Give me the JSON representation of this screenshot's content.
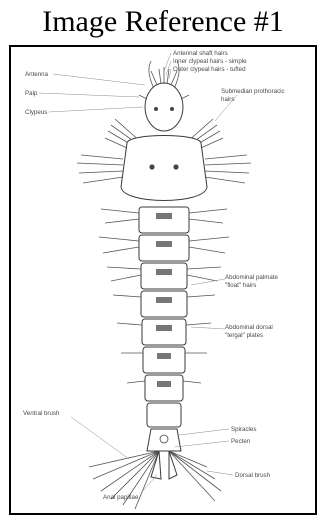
{
  "title": "Image Reference #1",
  "labels": {
    "antennal_shaft_hairs": "Antennal shaft hairs",
    "inner_clypeal_hairs": "Inner clypeal hairs - simple",
    "outer_clypeal_hairs": "Outer clypeal hairs - tufted",
    "antenna": "Antenna",
    "palp": "Palp",
    "clypeus": "Clypeus",
    "submedian_prothoracic_hairs_1": "Submedian prothoracic",
    "submedian_prothoracic_hairs_2": "hairs",
    "abdominal_palmate_1": "Abdominal palmate",
    "abdominal_palmate_2": "\"float\" hairs",
    "abdominal_dorsal_1": "Abdominal dorsal",
    "abdominal_dorsal_2": "\"tergal\" plates",
    "ventral_brush": "Ventral brush",
    "spiracles": "Spiracles",
    "pecten": "Pecten",
    "dorsal_brush": "Dorsal brush",
    "anal_papillae": "Anal papillae"
  }
}
